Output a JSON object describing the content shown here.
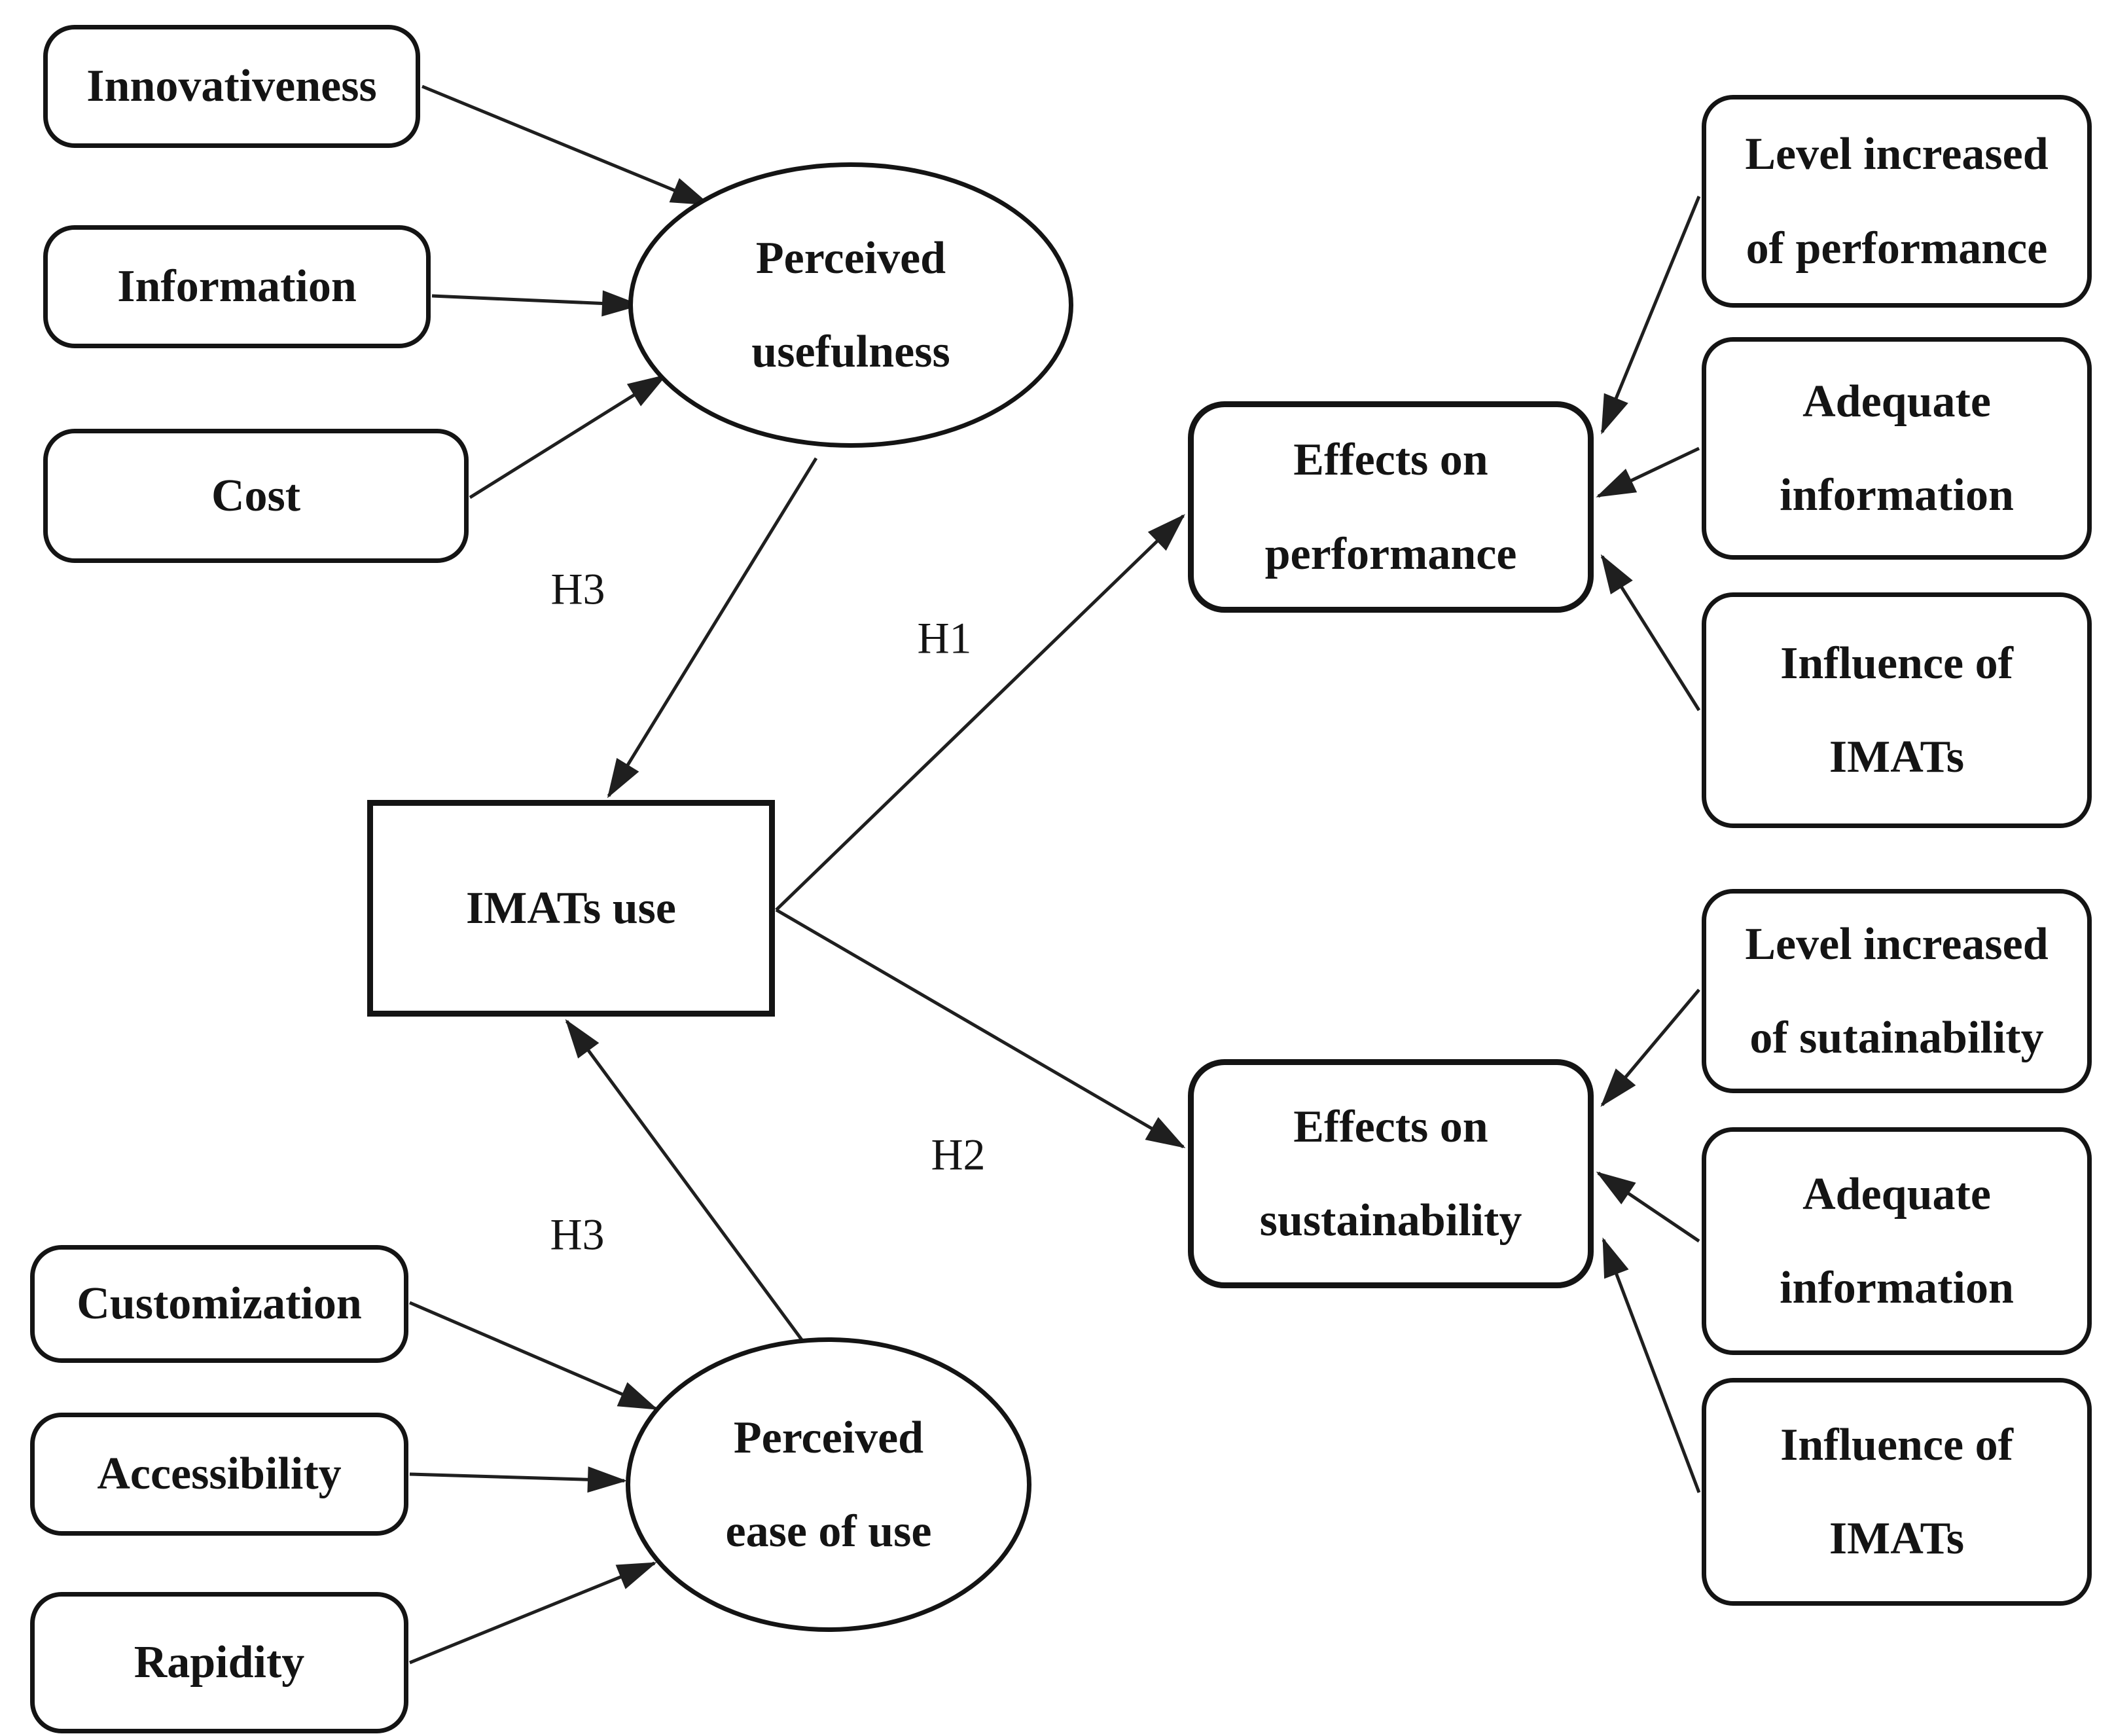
{
  "figure": {
    "background": "#ffffff",
    "stroke_color": "#1f1f1f",
    "text_color": "#141414"
  },
  "nodes": {
    "innovativeness": {
      "label": "Innovativeness"
    },
    "information": {
      "label": "Information"
    },
    "cost": {
      "label": "Cost"
    },
    "perceived_usefulness": {
      "line1": "Perceived",
      "line2": "usefulness"
    },
    "imats_use": {
      "label": "IMATs use"
    },
    "customization": {
      "label": "Customization"
    },
    "accessibility": {
      "label": "Accessibility"
    },
    "rapidity": {
      "label": "Rapidity"
    },
    "perceived_ease_of_use": {
      "line1": "Perceived",
      "line2": "ease of use"
    },
    "effects_on_performance": {
      "line1": "Effects on",
      "line2": "performance"
    },
    "effects_on_sustainability": {
      "line1": "Effects on",
      "line2": "sustainability"
    },
    "performance_indicator_level": {
      "line1": "Level increased",
      "line2": "of performance"
    },
    "performance_indicator_information": {
      "line1": "Adequate",
      "line2": "information"
    },
    "performance_indicator_influence": {
      "line1": "Influence of",
      "line2": "IMATs"
    },
    "sustainability_indicator_level": {
      "line1": "Level increased",
      "line2": "of sutainability"
    },
    "sustainability_indicator_information": {
      "line1": "Adequate",
      "line2": "information"
    },
    "sustainability_indicator_influence": {
      "line1": "Influence of",
      "line2": "IMATs"
    }
  },
  "hypotheses": {
    "h3_upper": "H3",
    "h1": "H1",
    "h2": "H2",
    "h3_lower": "H3"
  }
}
